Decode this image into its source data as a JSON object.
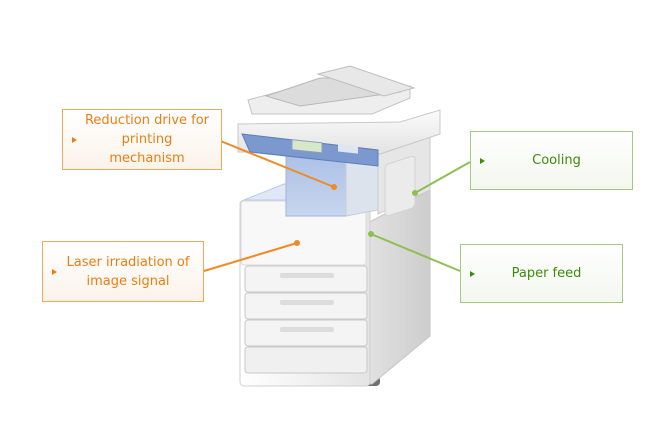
{
  "callouts": {
    "reduction": {
      "text": "Reduction drive for printing mechanism"
    },
    "laser": {
      "text": "Laser irradiation of image signal"
    },
    "cooling": {
      "text": "Cooling"
    },
    "paper_feed": {
      "text": "Paper feed"
    }
  },
  "colors": {
    "orange_accent": "#f08a24",
    "green_accent": "#8fbf4f",
    "machine_body": "#f2f2f2",
    "panel_blue": "#6f8fc8",
    "inner_blue": "#b8cbe8"
  },
  "icons": {
    "copier": "multifunction-copier-illustration",
    "pointer": "triangle-pointer"
  }
}
